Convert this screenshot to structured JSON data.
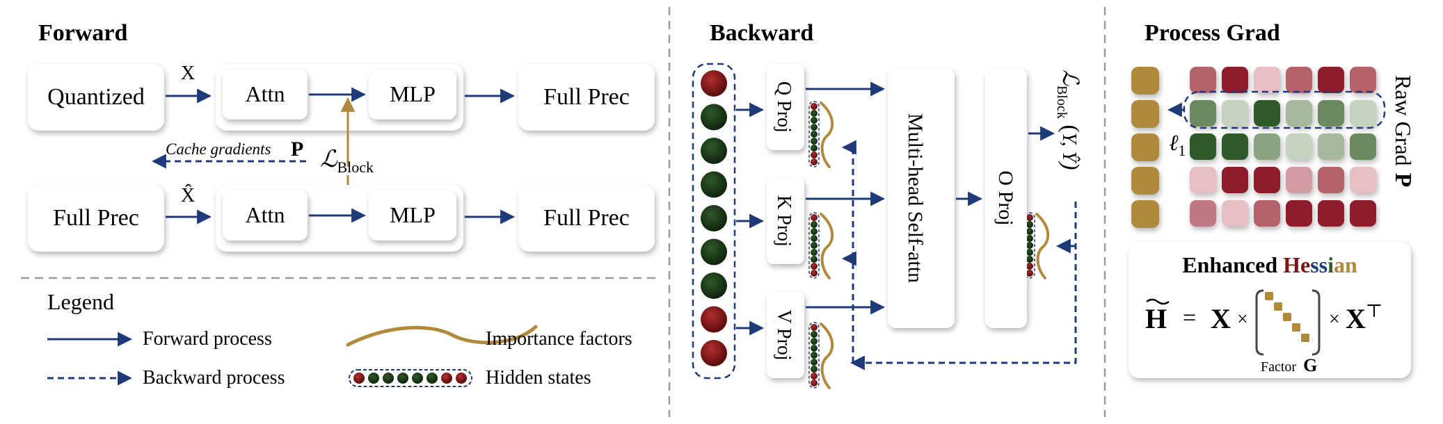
{
  "forward": {
    "title": "Forward",
    "row1": {
      "input": "Quantized",
      "arrow_label": "X",
      "attn": "Attn",
      "mlp": "MLP",
      "output": "Full Prec"
    },
    "row2": {
      "input": "Full Prec",
      "arrow_label": "X̂",
      "attn": "Attn",
      "mlp": "MLP",
      "output": "Full Prec"
    },
    "cache_label": "Cache gradients",
    "cache_symbol": "P",
    "loss_main": "ℒ",
    "loss_sub": "Block"
  },
  "legend": {
    "title": "Legend",
    "forward_process": "Forward process",
    "backward_process": "Backward process",
    "importance_factors": "Importance factors",
    "hidden_states": "Hidden states"
  },
  "backward": {
    "title": "Backward",
    "q_proj": "Q Proj",
    "k_proj": "K Proj",
    "v_proj": "V Proj",
    "mhsa": "Multi-head Self-attn",
    "o_proj": "O Proj",
    "loss_main": "ℒ",
    "loss_sub": "Block",
    "loss_args": "Y, Ŷ",
    "hidden_dots": [
      "red",
      "green",
      "green",
      "green",
      "green",
      "green",
      "green",
      "red",
      "red"
    ]
  },
  "process_grad": {
    "title": "Process Grad",
    "raw_label": "Raw Grad",
    "raw_symbol": "P",
    "l1_main": "ℓ",
    "l1_sub": "1",
    "enhanced_word": "Enhanced",
    "hessian_letters": [
      {
        "ch": "H",
        "color": "#7a1616"
      },
      {
        "ch": "e",
        "color": "#7a1616"
      },
      {
        "ch": "s",
        "color": "#1f3d7a"
      },
      {
        "ch": "s",
        "color": "#1f3d7a"
      },
      {
        "ch": "i",
        "color": "#2e5a2a"
      },
      {
        "ch": "a",
        "color": "#b08a3a"
      },
      {
        "ch": "n",
        "color": "#b08a3a"
      }
    ],
    "formula_lhs": "H",
    "formula_eq": "=",
    "formula_x": "X",
    "formula_times": "×",
    "formula_xt": "X",
    "formula_sup": "⊤",
    "factor_label": "Factor",
    "factor_symbol": "G",
    "grid_colors": [
      [
        "#b5636b",
        "#8e1f2c",
        "#e6bfc4",
        "#b5636b",
        "#8e1f2c",
        "#b5636b"
      ],
      [
        "#6c8a62",
        "#c6d3c0",
        "#2f5a2a",
        "#a6b99e",
        "#6c8a62",
        "#c6d3c0"
      ],
      [
        "#2f5a2a",
        "#2f5a2a",
        "#8aa382",
        "#c6d3c0",
        "#a6b99e",
        "#6c8a62"
      ],
      [
        "#e6bfc4",
        "#8e1f2c",
        "#8e1f2c",
        "#d49aa2",
        "#b5636b",
        "#e6bfc4"
      ],
      [
        "#c27880",
        "#e6bfc4",
        "#b5636b",
        "#8e1f2c",
        "#8e1f2c",
        "#8e1f2c"
      ]
    ]
  },
  "colors": {
    "navy": "#1f3a78",
    "gold": "#b08a3a",
    "dark_red": "#7a1616",
    "dark_green": "#1e3a1a",
    "separator": "#9a9a9a"
  }
}
